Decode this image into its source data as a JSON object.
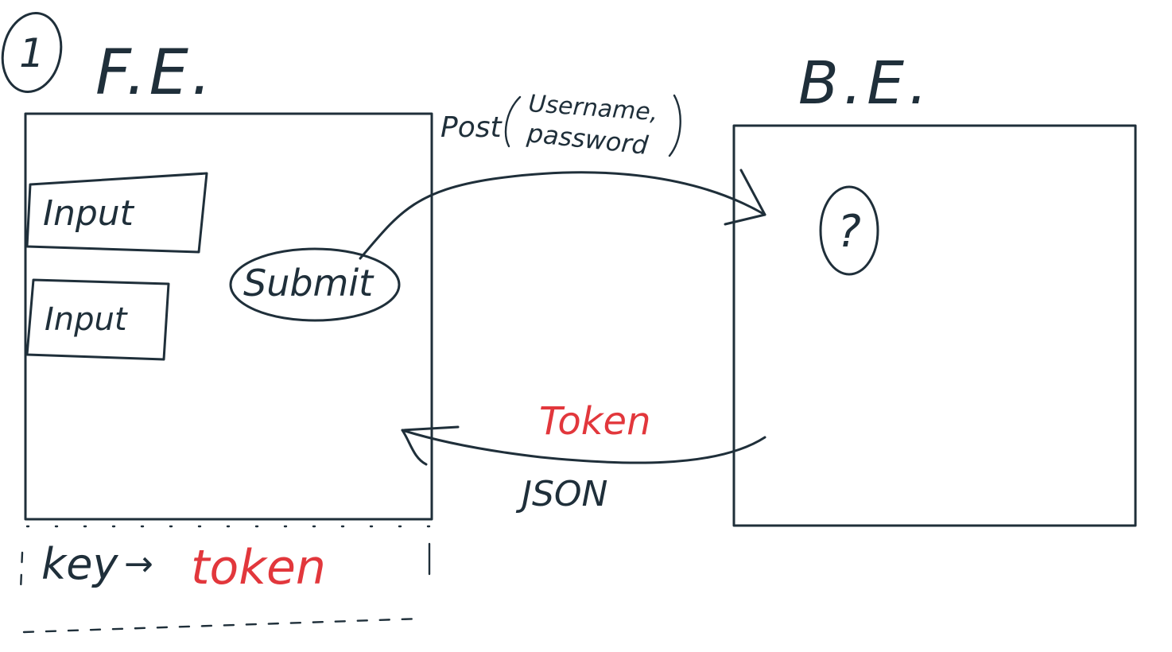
{
  "step_marker": "1",
  "frontend": {
    "title": "F.E.",
    "input_1_label": "Input",
    "input_2_label": "Input",
    "submit_label": "Submit"
  },
  "backend": {
    "title": "B.E.",
    "unknown_marker": "?"
  },
  "request": {
    "method_label": "Post",
    "payload_line_1": "Username,",
    "payload_line_2": "password"
  },
  "response": {
    "token_label": "Token",
    "format_label": "JSON"
  },
  "storage": {
    "key_label": "key",
    "arrow_glyph": "→",
    "value_label": "token"
  },
  "colors": {
    "ink": "#1f2f3a",
    "accent_red": "#e2373c",
    "background": "#ffffff"
  }
}
